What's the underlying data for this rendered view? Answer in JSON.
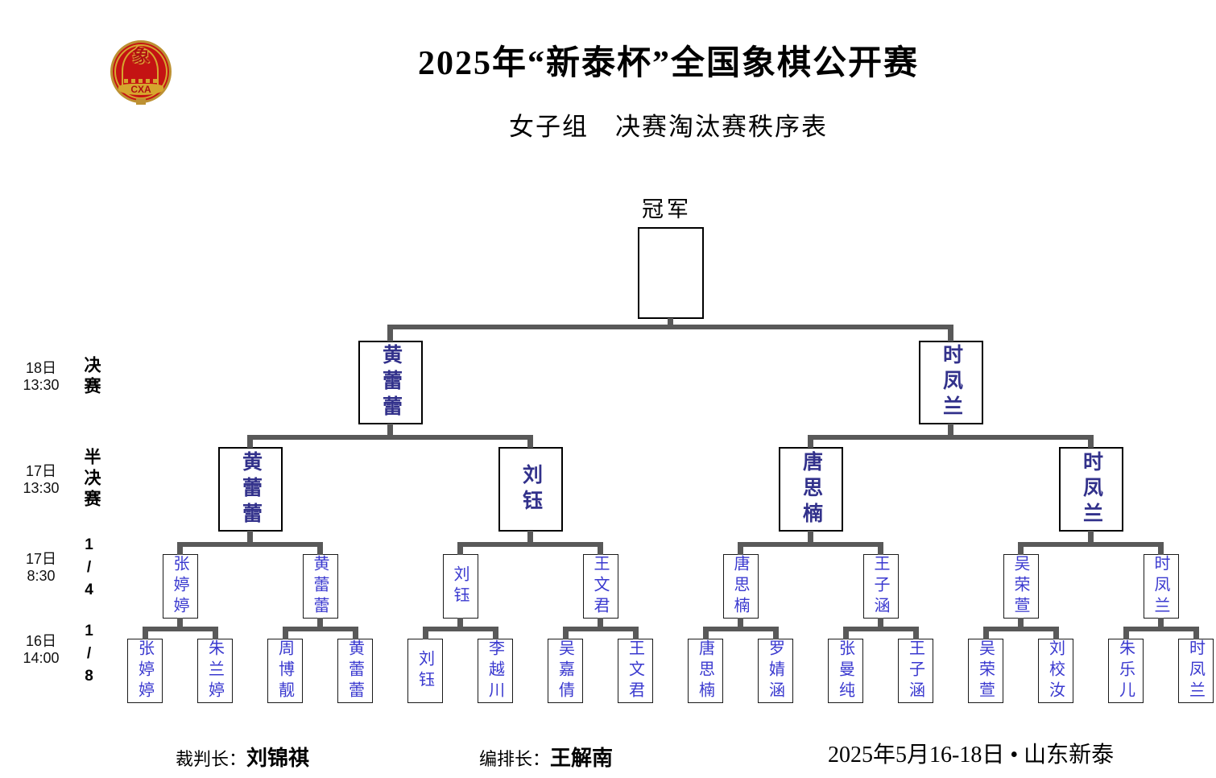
{
  "header": {
    "title": "2025年“新泰杯”全国象棋公开赛",
    "subtitle": "女子组　决赛淘汰赛秩序表",
    "logo_char": "象",
    "logo_text": "CXA"
  },
  "bracket": {
    "champion_label": "冠军",
    "champion": "",
    "final": [
      "黄蕾蕾",
      "时凤兰"
    ],
    "semifinals": [
      "黄蕾蕾",
      "刘钰",
      "唐思楠",
      "时凤兰"
    ],
    "quarterfinals": [
      "张婷婷",
      "黄蕾蕾",
      "刘钰",
      "王文君",
      "唐思楠",
      "王子涵",
      "吴荣萱",
      "时凤兰"
    ],
    "round_of_16": [
      "张婷婷",
      "朱兰婷",
      "周博靓",
      "黄蕾蕾",
      "刘钰",
      "李越川",
      "吴嘉倩",
      "王文君",
      "唐思楠",
      "罗婧涵",
      "张曼纯",
      "王子涵",
      "吴荣萱",
      "刘校汝",
      "朱乐儿",
      "时凤兰"
    ]
  },
  "schedule_labels": [
    {
      "date": "18日",
      "time": "13:30",
      "round": "决赛"
    },
    {
      "date": "17日",
      "time": "13:30",
      "round": "半决赛"
    },
    {
      "date": "17日",
      "time": "8:30",
      "round": "1/4"
    },
    {
      "date": "16日",
      "time": "14:00",
      "round": "1/8"
    }
  ],
  "footer": {
    "referee_label": "裁判长：",
    "referee_name": "刘锦祺",
    "arranger_label": "编排长：",
    "arranger_name": "王解南",
    "event_info": "2025年5月16-18日 • 山东新泰"
  },
  "colors": {
    "connector": "#595959",
    "name_bold": "#32318b",
    "name_regular": "#3a39cf",
    "logo_red": "#c41313",
    "logo_gold": "#d6a62e"
  }
}
